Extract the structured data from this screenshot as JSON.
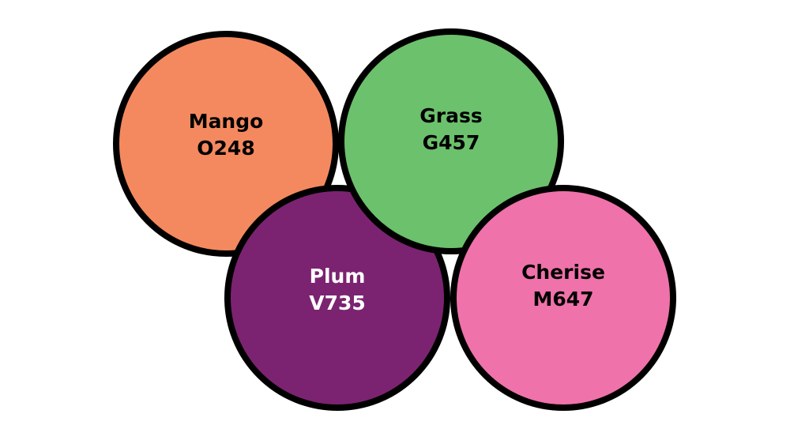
{
  "swatches": [
    {
      "name": "Mango",
      "code": "O248",
      "color": "#f4895f",
      "text_color": "#000000"
    },
    {
      "name": "Plum",
      "code": "V735",
      "color": "#7b2371",
      "text_color": "#ffffff"
    },
    {
      "name": "Grass",
      "code": "G457",
      "color": "#6cc16c",
      "text_color": "#000000"
    },
    {
      "name": "Cherise",
      "code": "M647",
      "color": "#ef72aa",
      "text_color": "#000000"
    }
  ]
}
